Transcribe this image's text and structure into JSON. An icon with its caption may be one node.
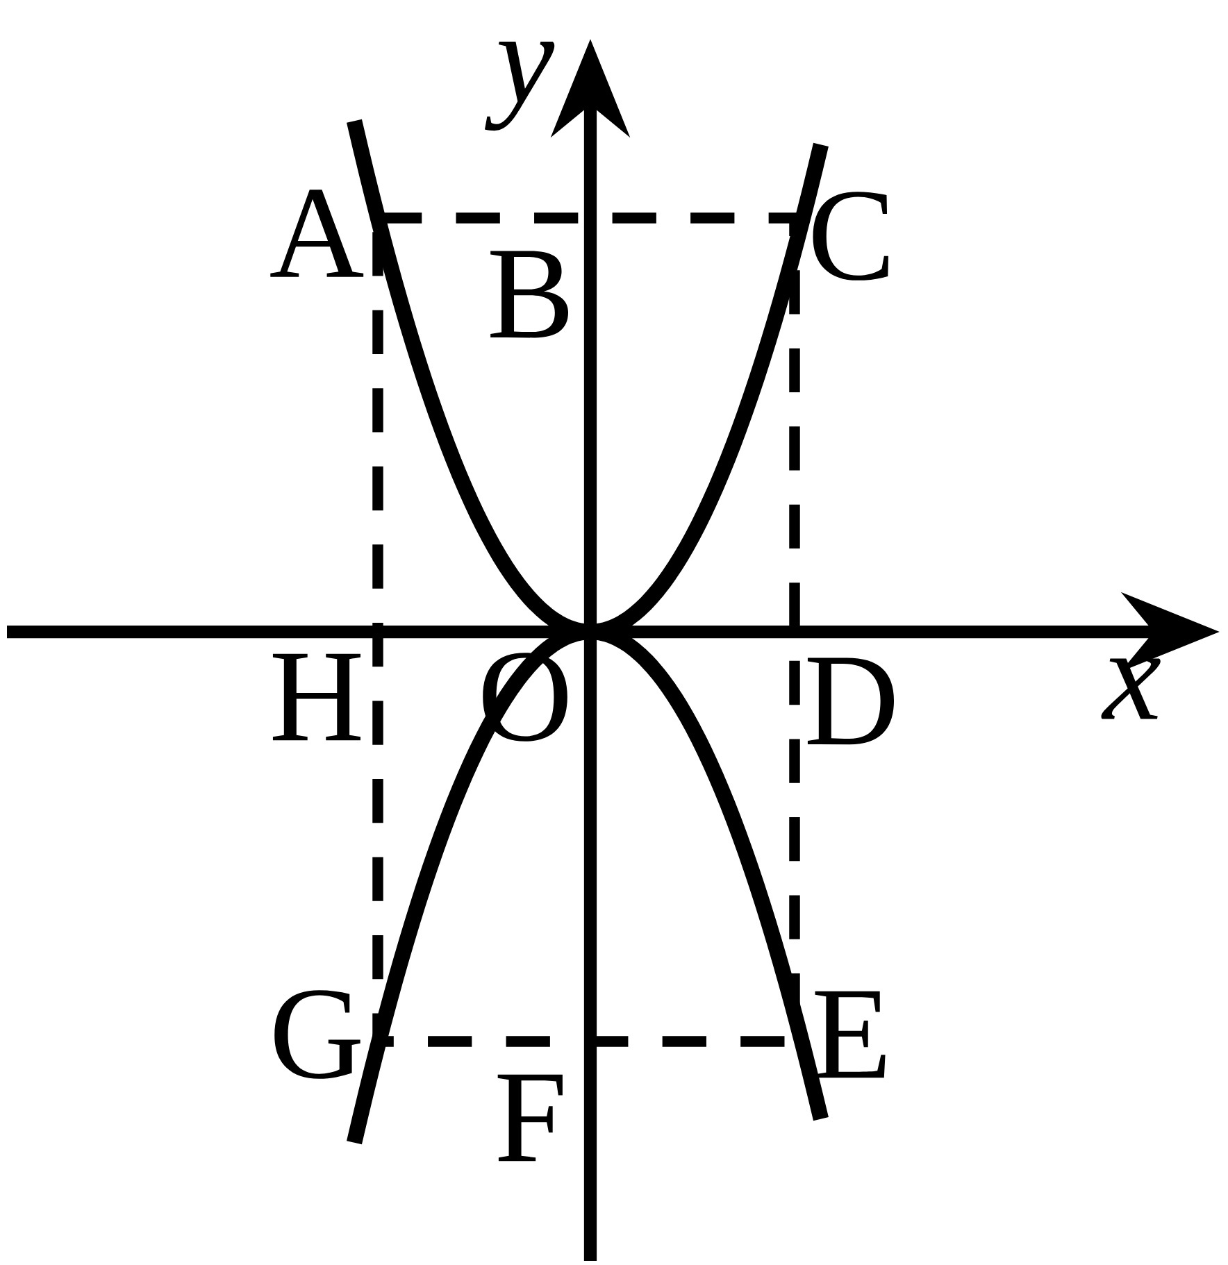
{
  "diagram": {
    "labels": [
      "y",
      "A",
      "B",
      "C",
      "H",
      "O",
      "D",
      "x",
      "G",
      "E",
      "F"
    ]
  }
}
